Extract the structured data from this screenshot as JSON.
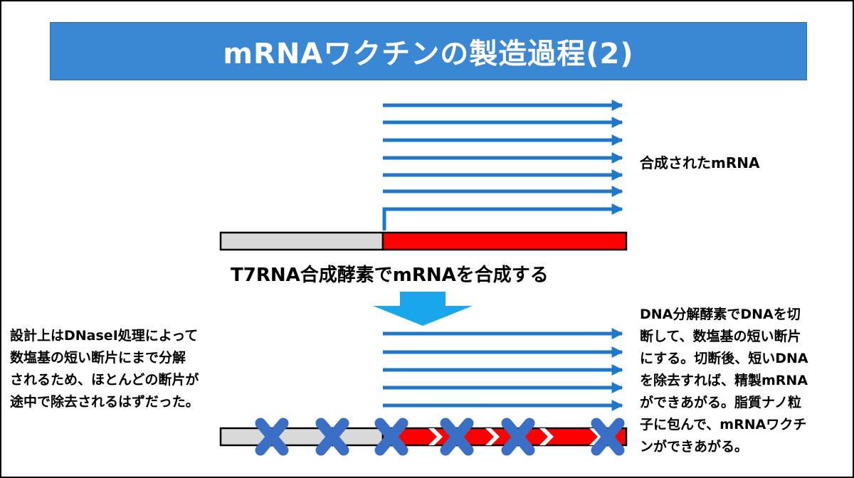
{
  "title": "mRNAワクチンの製造過程(2)",
  "labels": {
    "synthesized_mrna": "合成されたmRNA",
    "step_caption": "T7RNA合成酵素でmRNAを合成する"
  },
  "left_note": {
    "lines": [
      "設計上はDNaseI処理によって",
      "数塩基の短い断片にまで分解",
      "されるため、ほとんどの断片が",
      "途中で除去されるはずだった。"
    ]
  },
  "right_note": {
    "lines": [
      "DNA分解酵素でDNAを切",
      "断して、数塩基の短い断片",
      "にする。切断後、短いDNA",
      "を除去すれば、精製mRNA",
      "ができあがる。脂質ナノ粒",
      "子に包んで、mRNAワクチ",
      "ンができあがる。"
    ]
  },
  "colors": {
    "title_background": "#3a87d4",
    "arrow_blue": "#1f77c9",
    "template_gray": "#d9d9d9",
    "insert_red": "#ff0000",
    "cross_blue": "#3b6fc6",
    "step_arrow": "#19a6ea"
  },
  "icons": {
    "cut_mark": "x-cross-icon",
    "step_arrow": "down-arrow-icon"
  }
}
